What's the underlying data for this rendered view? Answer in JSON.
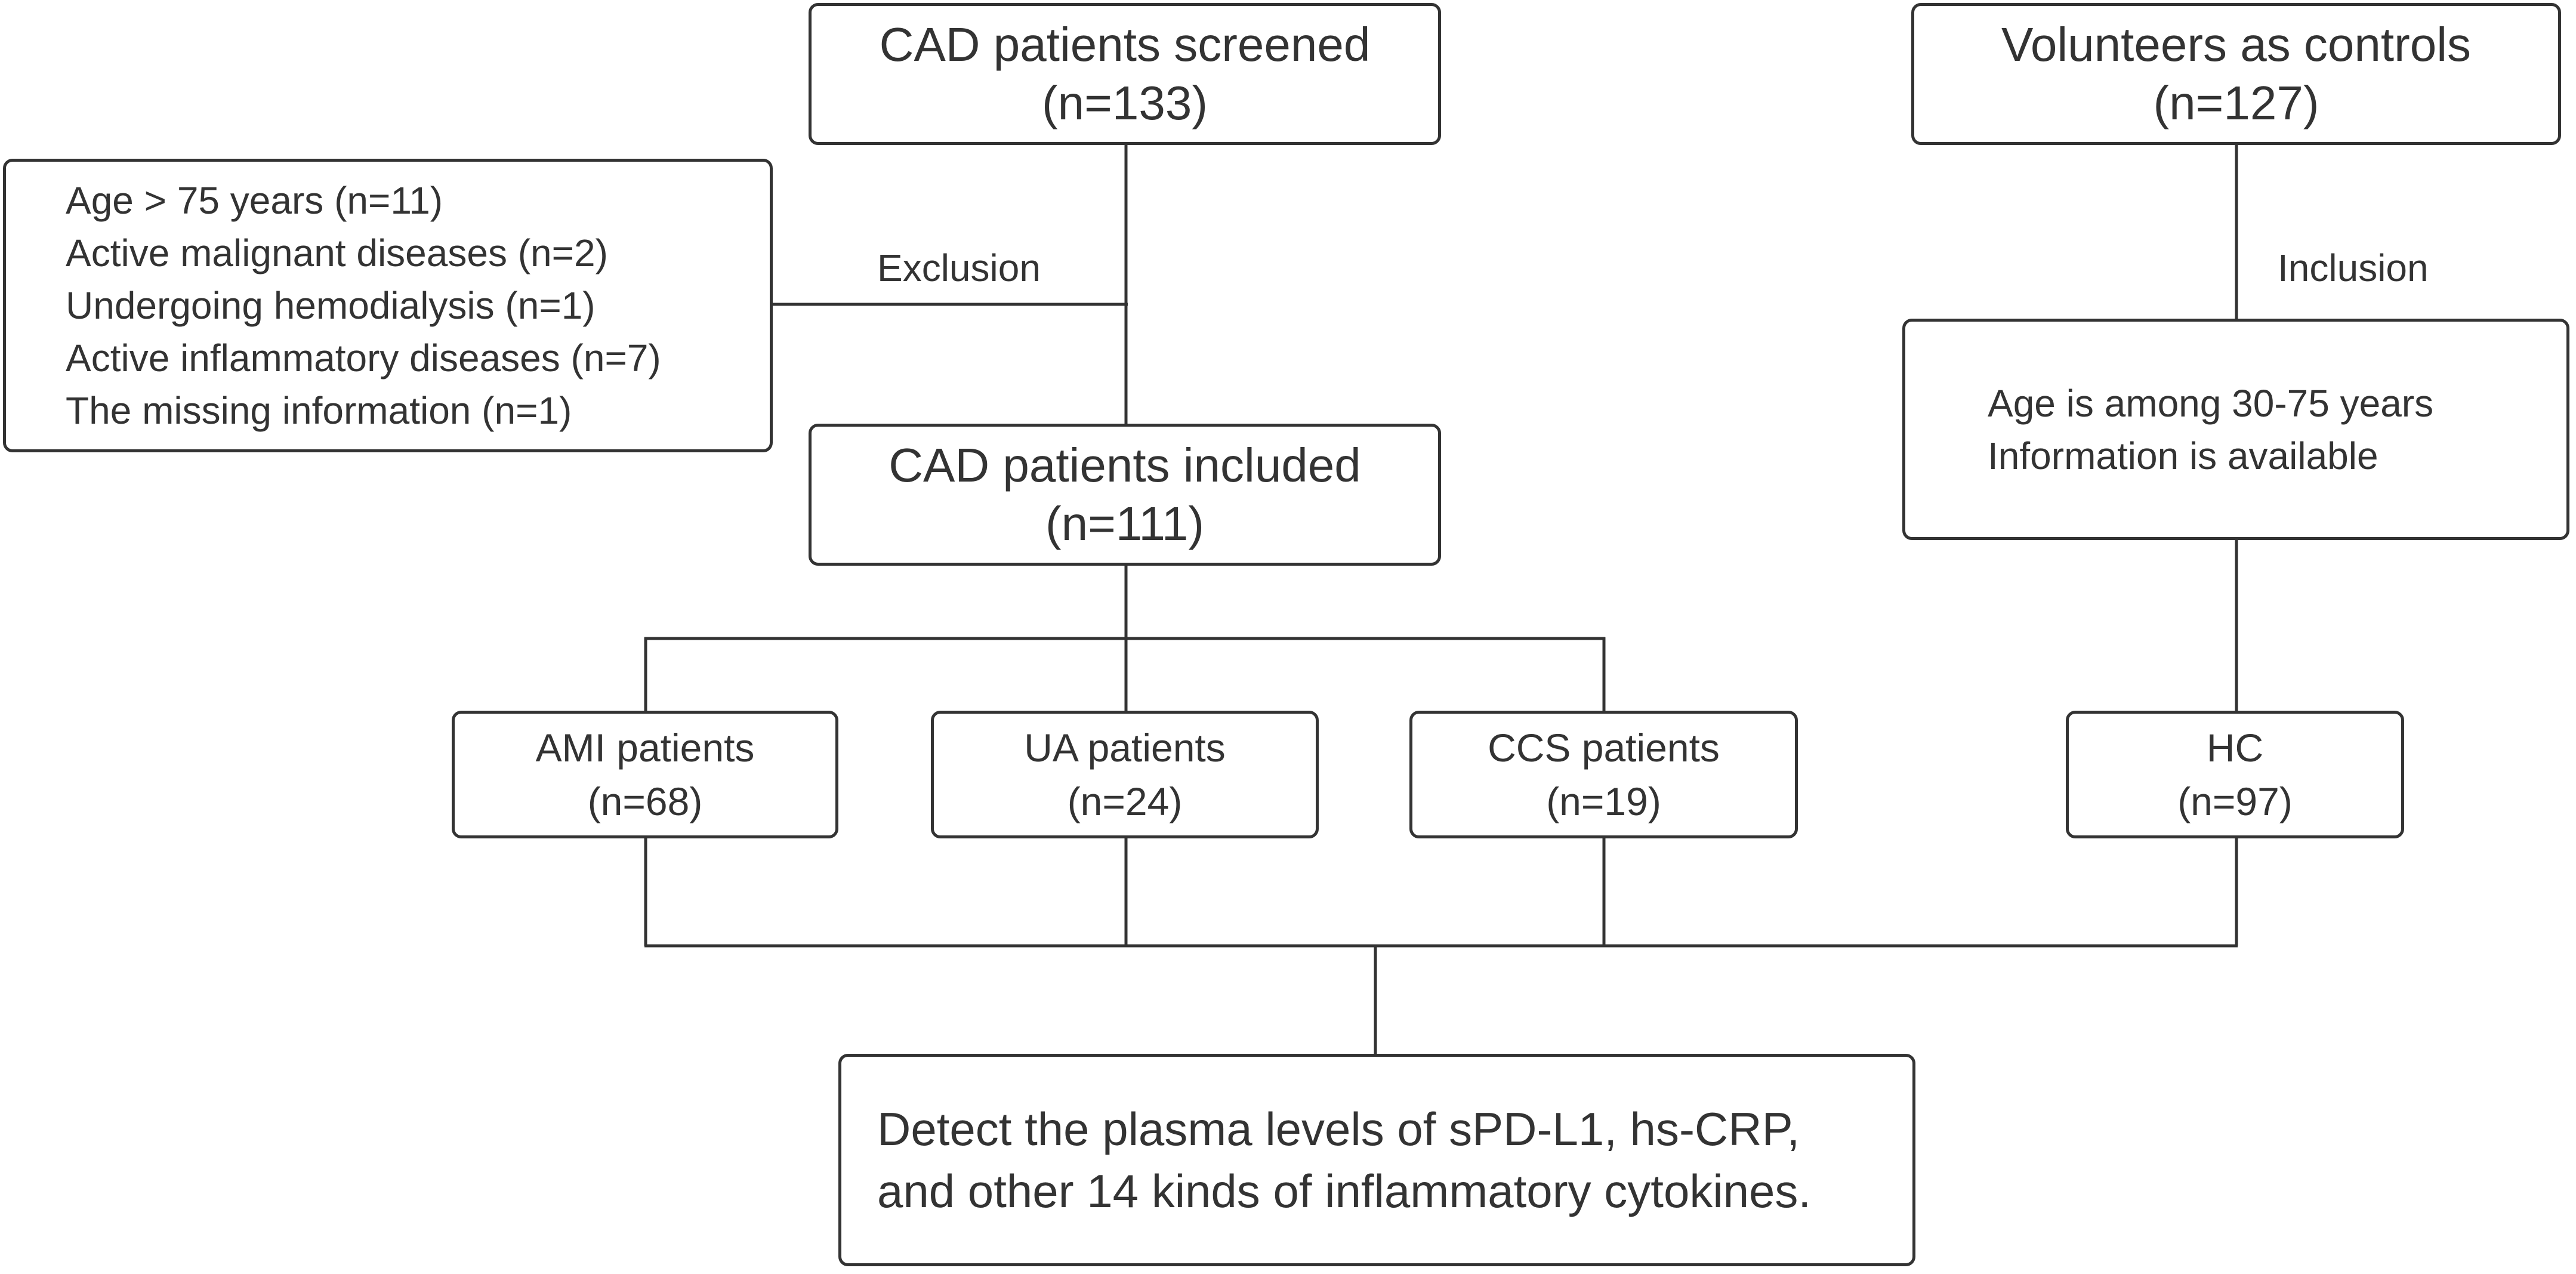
{
  "screened": {
    "title": "CAD patients screened",
    "count": "(n=133)"
  },
  "controls": {
    "title": "Volunteers as controls",
    "count": "(n=127)"
  },
  "exclusion": {
    "label": "Exclusion",
    "criteria": [
      "Age > 75 years (n=11)",
      "Active malignant diseases (n=2)",
      "Undergoing hemodialysis (n=1)",
      "Active inflammatory diseases (n=7)",
      "The missing information (n=1)"
    ]
  },
  "inclusion": {
    "label": "Inclusion",
    "criteria": [
      "Age is among 30-75 years",
      "Information is available"
    ]
  },
  "included": {
    "title": "CAD patients included",
    "count": "(n=111)"
  },
  "groups": [
    {
      "title": "AMI patients",
      "count": "(n=68)"
    },
    {
      "title": "UA patients",
      "count": "(n=24)"
    },
    {
      "title": "CCS patients",
      "count": "(n=19)"
    },
    {
      "title": "HC",
      "count": "(n=97)"
    }
  ],
  "final": {
    "lines": [
      "Detect the plasma levels of sPD-L1, hs-CRP,",
      "and other 14 kinds of inflammatory cytokines."
    ]
  },
  "colors": {
    "stroke": "#333333",
    "text": "#333333",
    "background": "#ffffff"
  }
}
